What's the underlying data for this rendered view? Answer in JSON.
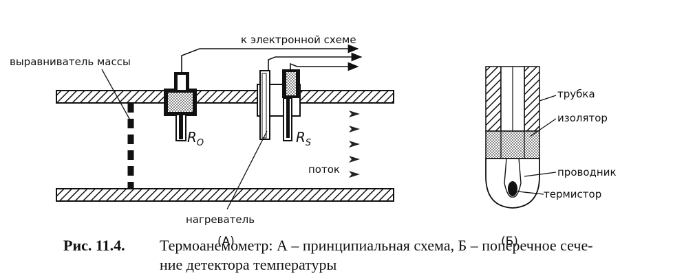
{
  "diagram_a": {
    "labels": {
      "electronic_scheme": "к электронной схеме",
      "mass_equalizer": "выравниватель массы",
      "r0_symbol": "R",
      "r0_sub": "O",
      "rs_symbol": "R",
      "rs_sub": "S",
      "flow": "поток",
      "heater": "нагреватель"
    },
    "panel_label": "(А)"
  },
  "diagram_b": {
    "labels": {
      "tube": "трубка",
      "insulator": "изолятор",
      "conductor": "проводник",
      "thermistor": "термистор"
    },
    "panel_label": "(Б)"
  },
  "caption": {
    "number": "Рис. 11.4.",
    "line1": "Термоанемометр: А – принципиальная схема, Б – поперечное сече-",
    "line2": "ние детектора температуры"
  }
}
